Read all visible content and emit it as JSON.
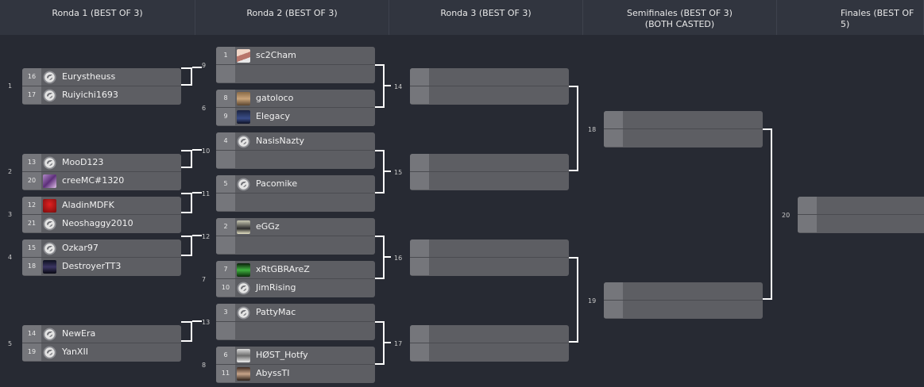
{
  "rounds": [
    {
      "title": "Ronda 1 (BEST OF 3)",
      "subtitle": ""
    },
    {
      "title": "Ronda 2 (BEST OF 3)",
      "subtitle": ""
    },
    {
      "title": "Ronda 3 (BEST OF 3)",
      "subtitle": ""
    },
    {
      "title": "Semifinales (BEST OF 3)",
      "subtitle": "(BOTH CASTED)"
    },
    {
      "title": "Finales (BEST OF 5)",
      "subtitle": ""
    }
  ],
  "matches": [
    {
      "number": "1",
      "players": [
        {
          "seed": "16",
          "name": "Eurystheuss",
          "avatar": "default"
        },
        {
          "seed": "17",
          "name": "Ruiyichi1693",
          "avatar": "default"
        }
      ]
    },
    {
      "number": "2",
      "players": [
        {
          "seed": "13",
          "name": "MooD123",
          "avatar": "default"
        },
        {
          "seed": "20",
          "name": "creeMC#1320",
          "avatar": "cree"
        }
      ]
    },
    {
      "number": "3",
      "players": [
        {
          "seed": "12",
          "name": "AladinMDFK",
          "avatar": "aladin"
        },
        {
          "seed": "21",
          "name": "Neoshaggy2010",
          "avatar": "default"
        }
      ]
    },
    {
      "number": "4",
      "players": [
        {
          "seed": "15",
          "name": "Ozkar97",
          "avatar": "default"
        },
        {
          "seed": "18",
          "name": "DestroyerTT3",
          "avatar": "destroyer"
        }
      ]
    },
    {
      "number": "5",
      "players": [
        {
          "seed": "14",
          "name": "NewEra",
          "avatar": "default"
        },
        {
          "seed": "19",
          "name": "YanXII",
          "avatar": "default"
        }
      ]
    },
    {
      "number": "9",
      "players": [
        {
          "seed": "1",
          "name": "sc2Cham",
          "avatar": "sc2"
        },
        {
          "seed": "",
          "name": "",
          "avatar": ""
        }
      ]
    },
    {
      "number": "6",
      "players": [
        {
          "seed": "8",
          "name": "gatoloco",
          "avatar": "gato"
        },
        {
          "seed": "9",
          "name": "Elegacy",
          "avatar": "ele"
        }
      ]
    },
    {
      "number": "10",
      "players": [
        {
          "seed": "4",
          "name": "NasisNazty",
          "avatar": "default"
        },
        {
          "seed": "",
          "name": "",
          "avatar": ""
        }
      ]
    },
    {
      "number": "11",
      "players": [
        {
          "seed": "5",
          "name": "Pacomike",
          "avatar": "default"
        },
        {
          "seed": "",
          "name": "",
          "avatar": ""
        }
      ]
    },
    {
      "number": "12",
      "players": [
        {
          "seed": "2",
          "name": "eGGz",
          "avatar": "eggz"
        },
        {
          "seed": "",
          "name": "",
          "avatar": ""
        }
      ]
    },
    {
      "number": "7",
      "players": [
        {
          "seed": "7",
          "name": "xRtGBRAreZ",
          "avatar": "xrt"
        },
        {
          "seed": "10",
          "name": "JimRising",
          "avatar": "default"
        }
      ]
    },
    {
      "number": "13",
      "players": [
        {
          "seed": "3",
          "name": "PattyMac",
          "avatar": "default"
        },
        {
          "seed": "",
          "name": "",
          "avatar": ""
        }
      ]
    },
    {
      "number": "8",
      "players": [
        {
          "seed": "6",
          "name": "HØST_Hotfy",
          "avatar": "host"
        },
        {
          "seed": "11",
          "name": "AbyssTI",
          "avatar": "abyss"
        }
      ]
    },
    {
      "number": "14",
      "players": [
        {
          "seed": "",
          "name": "",
          "avatar": ""
        },
        {
          "seed": "",
          "name": "",
          "avatar": ""
        }
      ]
    },
    {
      "number": "15",
      "players": [
        {
          "seed": "",
          "name": "",
          "avatar": ""
        },
        {
          "seed": "",
          "name": "",
          "avatar": ""
        }
      ]
    },
    {
      "number": "16",
      "players": [
        {
          "seed": "",
          "name": "",
          "avatar": ""
        },
        {
          "seed": "",
          "name": "",
          "avatar": ""
        }
      ]
    },
    {
      "number": "17",
      "players": [
        {
          "seed": "",
          "name": "",
          "avatar": ""
        },
        {
          "seed": "",
          "name": "",
          "avatar": ""
        }
      ]
    },
    {
      "number": "18",
      "players": [
        {
          "seed": "",
          "name": "",
          "avatar": ""
        },
        {
          "seed": "",
          "name": "",
          "avatar": ""
        }
      ]
    },
    {
      "number": "19",
      "players": [
        {
          "seed": "",
          "name": "",
          "avatar": ""
        },
        {
          "seed": "",
          "name": "",
          "avatar": ""
        }
      ]
    },
    {
      "number": "20",
      "players": [
        {
          "seed": "",
          "name": "",
          "avatar": ""
        },
        {
          "seed": "",
          "name": "",
          "avatar": ""
        }
      ]
    }
  ],
  "colors": {
    "background": "#272a33",
    "header": "#31353f",
    "match": "#5d5e63",
    "seed": "#75767b",
    "connector": "#ffffff"
  }
}
